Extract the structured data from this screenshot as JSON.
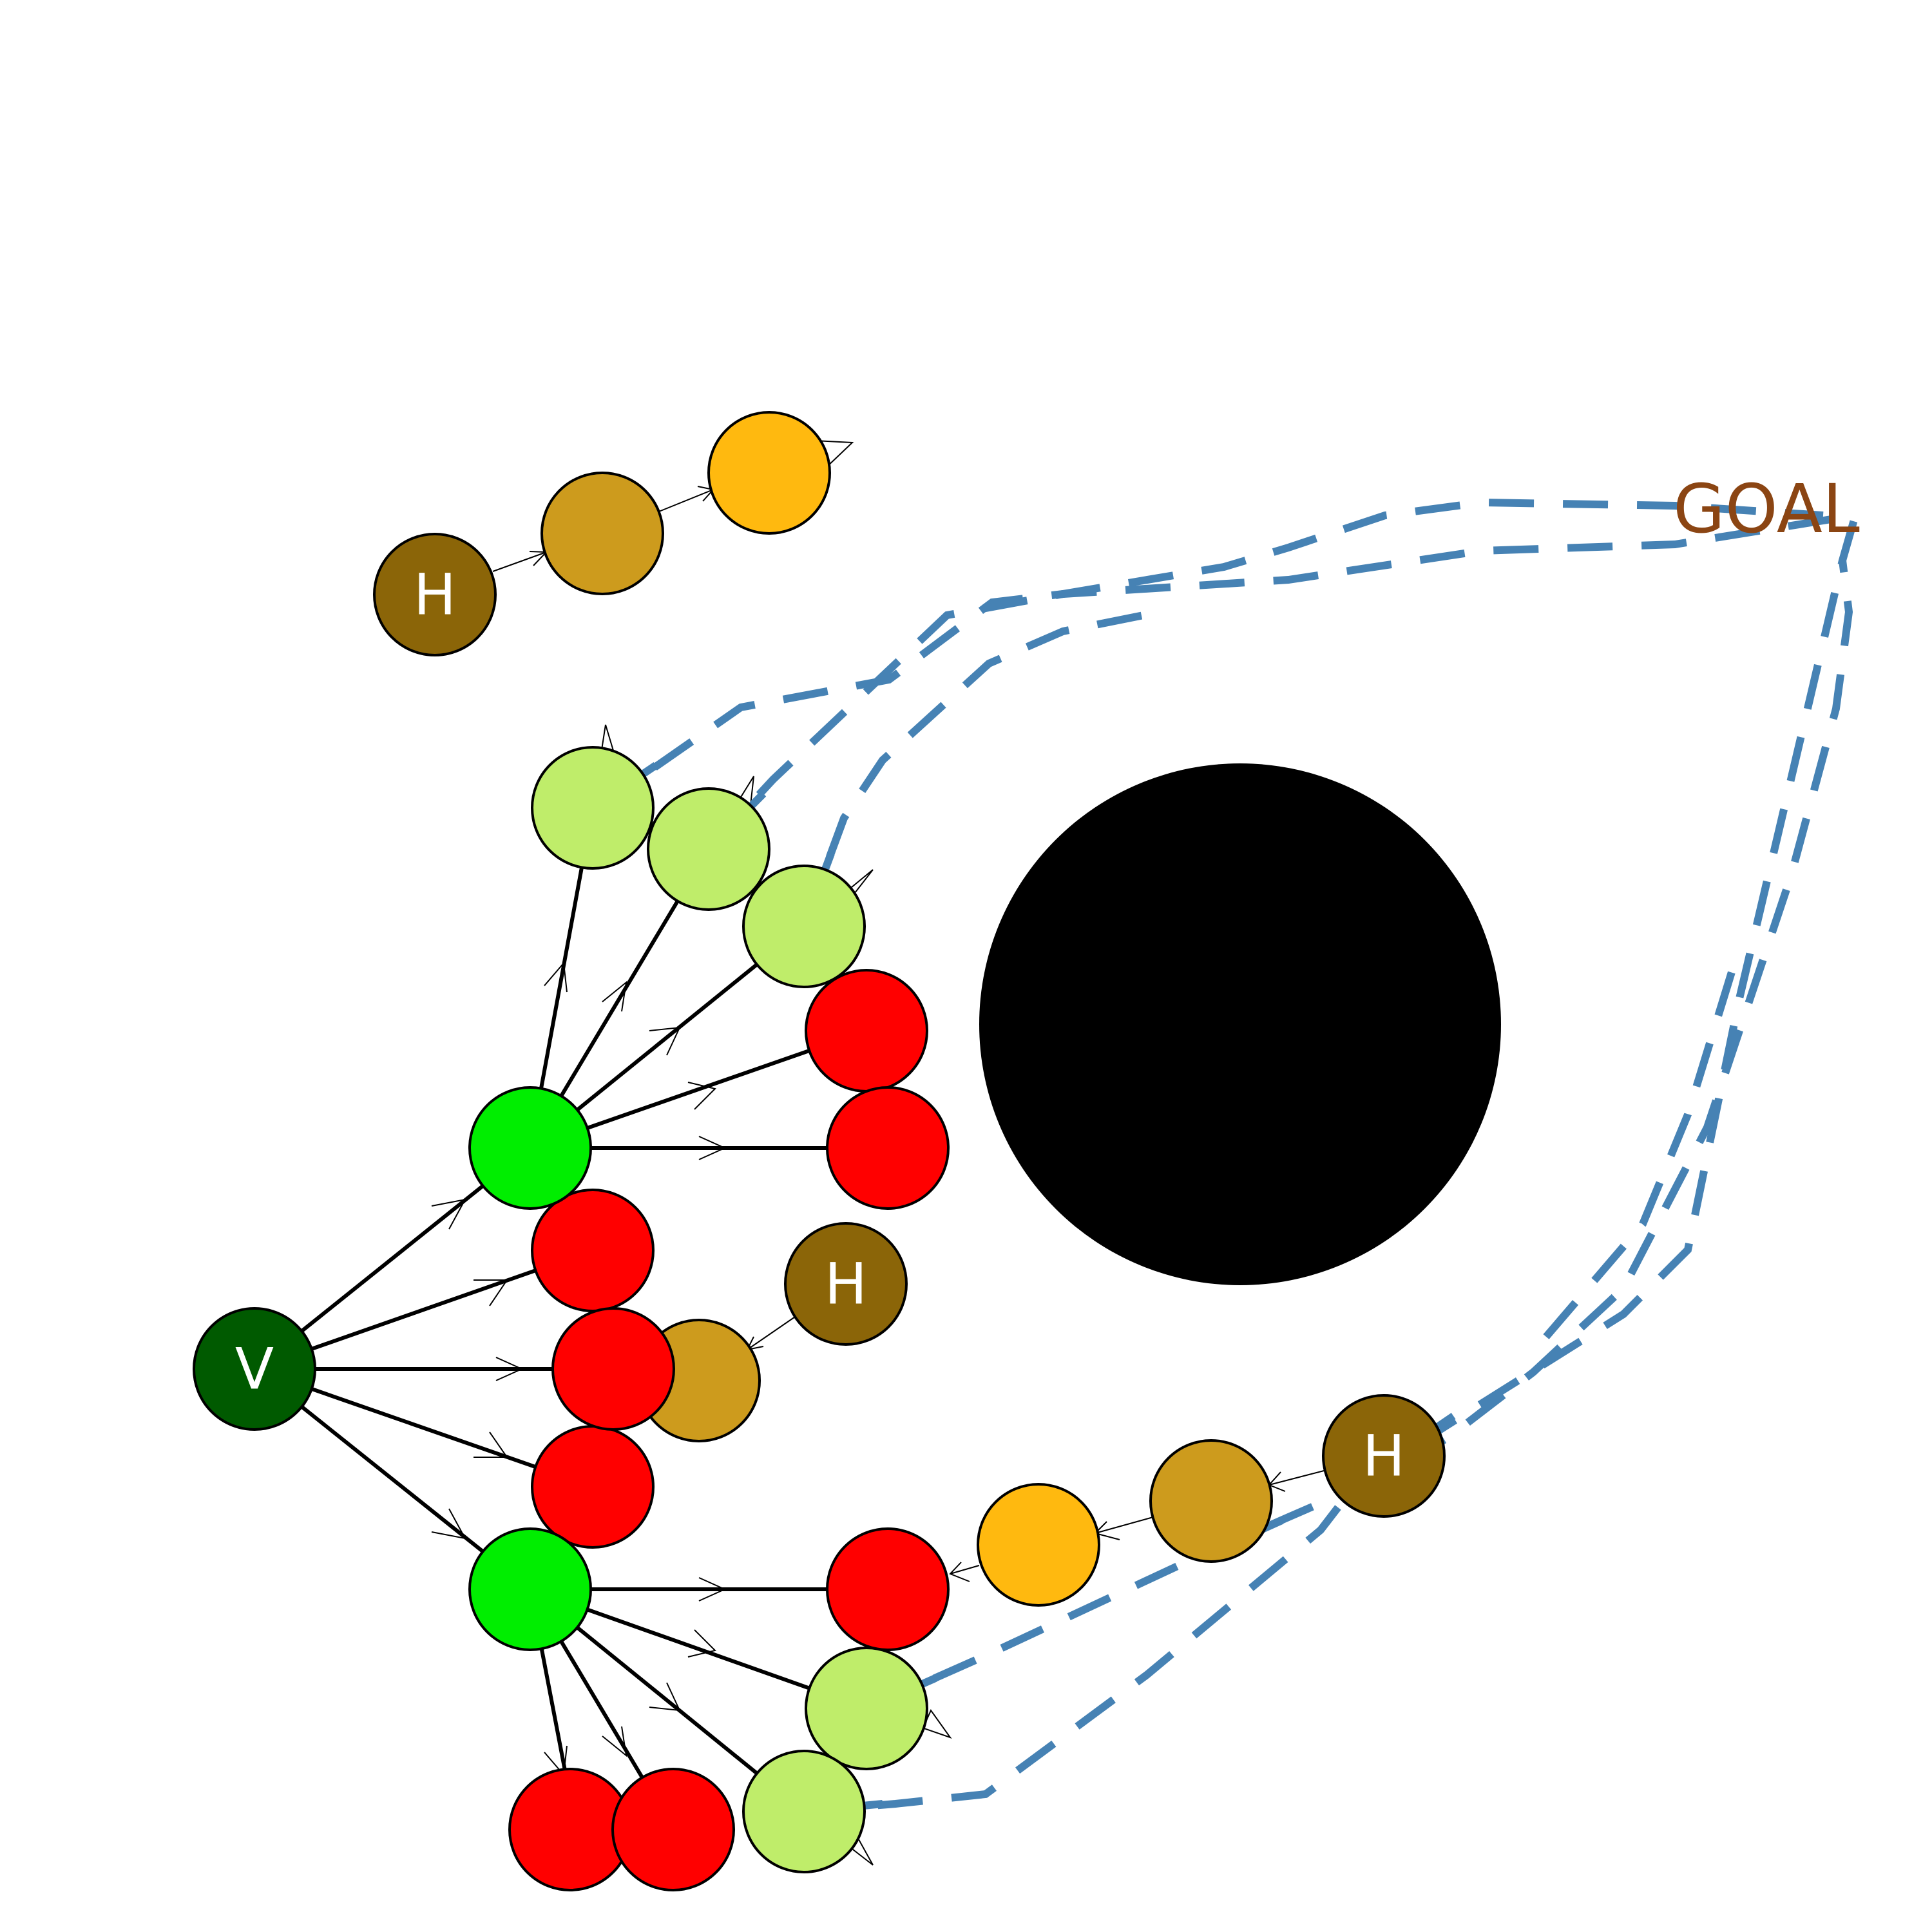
{
  "goal": {
    "label": "GOAL",
    "color": "#8B4513"
  },
  "colors": {
    "vehicle": "#005A00",
    "expanded": "#00EE00",
    "candidate": "#BFED6A",
    "collision": "#FF0000",
    "obstacle": "#000000",
    "human": "#8B6508",
    "human_trail_1": "#CD9B1D",
    "human_trail_2": "#FFB90F",
    "path": "#4682B4",
    "edge": "#000000"
  },
  "nodes": [
    {
      "id": "V",
      "label": "V",
      "kind": "vehicle"
    },
    {
      "id": "g1",
      "label": "",
      "kind": "expanded"
    },
    {
      "id": "g2",
      "label": "",
      "kind": "expanded"
    },
    {
      "id": "l1",
      "label": "",
      "kind": "candidate"
    },
    {
      "id": "l2",
      "label": "",
      "kind": "candidate"
    },
    {
      "id": "l3",
      "label": "",
      "kind": "candidate"
    },
    {
      "id": "l4",
      "label": "",
      "kind": "candidate"
    },
    {
      "id": "l5",
      "label": "",
      "kind": "candidate"
    },
    {
      "id": "r1",
      "label": "",
      "kind": "collision"
    },
    {
      "id": "r2",
      "label": "",
      "kind": "collision"
    },
    {
      "id": "r3",
      "label": "",
      "kind": "collision"
    },
    {
      "id": "r4",
      "label": "",
      "kind": "collision"
    },
    {
      "id": "r5",
      "label": "",
      "kind": "collision"
    },
    {
      "id": "r6",
      "label": "",
      "kind": "collision"
    },
    {
      "id": "r7",
      "label": "",
      "kind": "collision"
    },
    {
      "id": "r8",
      "label": "",
      "kind": "collision"
    },
    {
      "id": "h1",
      "label": "H",
      "kind": "human"
    },
    {
      "id": "h2",
      "label": "H",
      "kind": "human"
    },
    {
      "id": "h3",
      "label": "H",
      "kind": "human"
    }
  ]
}
